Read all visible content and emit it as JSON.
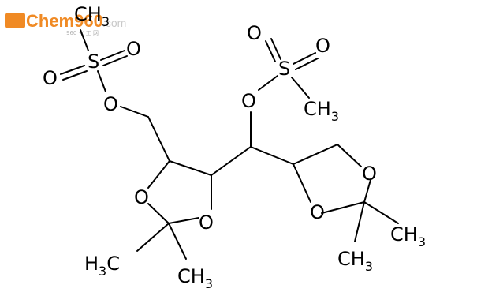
{
  "watermark": {
    "logo_text": "Chem960",
    "logo_domain": ".com",
    "logo_tagline": "960 化 工 网",
    "colors": {
      "primary": "#f08a24",
      "secondary": "#c9c9c9"
    }
  },
  "molecule": {
    "atoms": [
      {
        "id": "ch3_top_left",
        "label": "CH",
        "sub": "3"
      },
      {
        "id": "s_left",
        "label": "S"
      },
      {
        "id": "o_s_left_right",
        "label": "O"
      },
      {
        "id": "o_s_left_left",
        "label": "O"
      },
      {
        "id": "o_ester_left",
        "label": "O"
      },
      {
        "id": "o_ester_mid",
        "label": "O"
      },
      {
        "id": "s_mid",
        "label": "S"
      },
      {
        "id": "o_s_mid_left",
        "label": "O"
      },
      {
        "id": "o_s_mid_right",
        "label": "O"
      },
      {
        "id": "ch3_mid",
        "label": "CH",
        "sub": "3"
      },
      {
        "id": "o_ring1_a",
        "label": "O"
      },
      {
        "id": "o_ring1_b",
        "label": "O"
      },
      {
        "id": "ch3_ring1_left",
        "label": "H",
        "sub": "3",
        "tail": "C"
      },
      {
        "id": "ch3_ring1_right",
        "label": "CH",
        "sub": "3"
      },
      {
        "id": "o_ring2_a",
        "label": "O"
      },
      {
        "id": "o_ring2_b",
        "label": "O"
      },
      {
        "id": "ch3_ring2_a",
        "label": "CH",
        "sub": "3"
      },
      {
        "id": "ch3_ring2_b",
        "label": "CH",
        "sub": "3"
      }
    ]
  }
}
